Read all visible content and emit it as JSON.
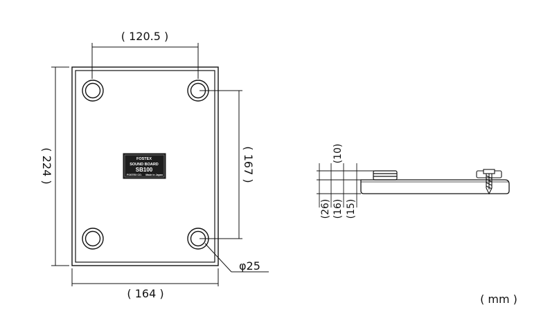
{
  "dimensions": {
    "top_width": "( 120.5 )",
    "bottom_width": "( 164 )",
    "left_height": "( 224 )",
    "right_height": "( 167 )",
    "hole_diameter": "φ25",
    "side_10": "(10)",
    "side_26": "(26)",
    "side_16": "(16)",
    "side_15": "(15)"
  },
  "units": "( mm )",
  "nameplate": {
    "brand": "FOSTEX",
    "line1": "SOUND BOARD",
    "line2": "SB100",
    "footer_left": "FOSTEX CO.",
    "footer_right": "Made in Japan"
  },
  "colors": {
    "line": "#111111",
    "board_fill": "#ffffff",
    "plate_fill": "#1e1e1e"
  }
}
